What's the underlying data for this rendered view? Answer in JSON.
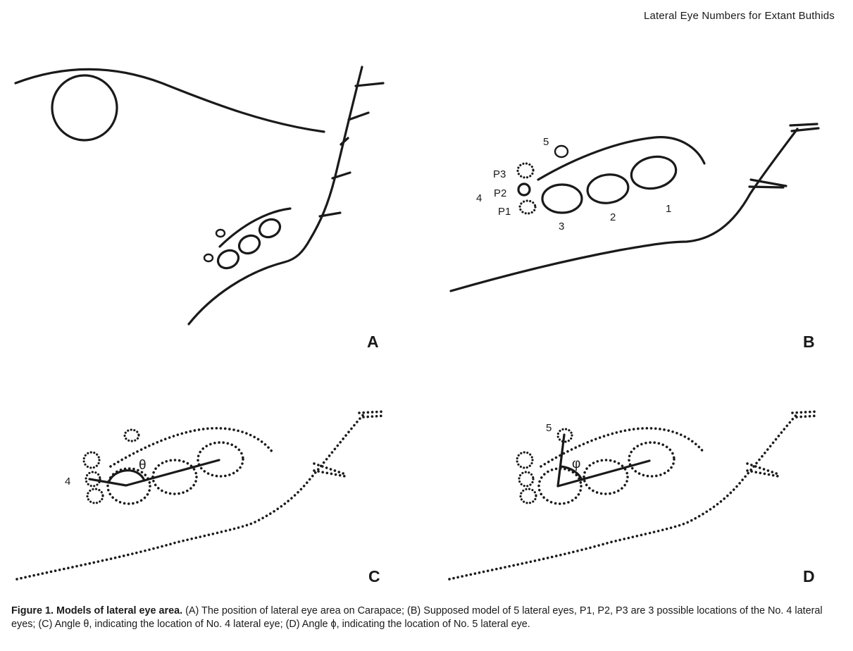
{
  "header": {
    "running_title": "Lateral Eye Numbers for Extant Buthids"
  },
  "figure": {
    "panels": [
      {
        "letter": "A"
      },
      {
        "letter": "B",
        "eye_numbers": [
          "1",
          "2",
          "3",
          "4",
          "5"
        ],
        "positions": [
          "P1",
          "P2",
          "P3"
        ]
      },
      {
        "letter": "C",
        "eye_number": "4",
        "angle_symbol": "θ"
      },
      {
        "letter": "D",
        "eye_number": "5",
        "angle_symbol": "φ"
      }
    ]
  },
  "caption": {
    "label": "Figure 1. Models of lateral eye area.",
    "text": " (A) The position of lateral eye area on Carapace; (B) Supposed model of 5 lateral eyes, P1, P2, P3 are 3 possible locations of the No. 4 lateral eyes; (C) Angle θ, indicating the location of No. 4 lateral eye; (D) Angle ϕ, indicating the location of No. 5 lateral eye."
  }
}
